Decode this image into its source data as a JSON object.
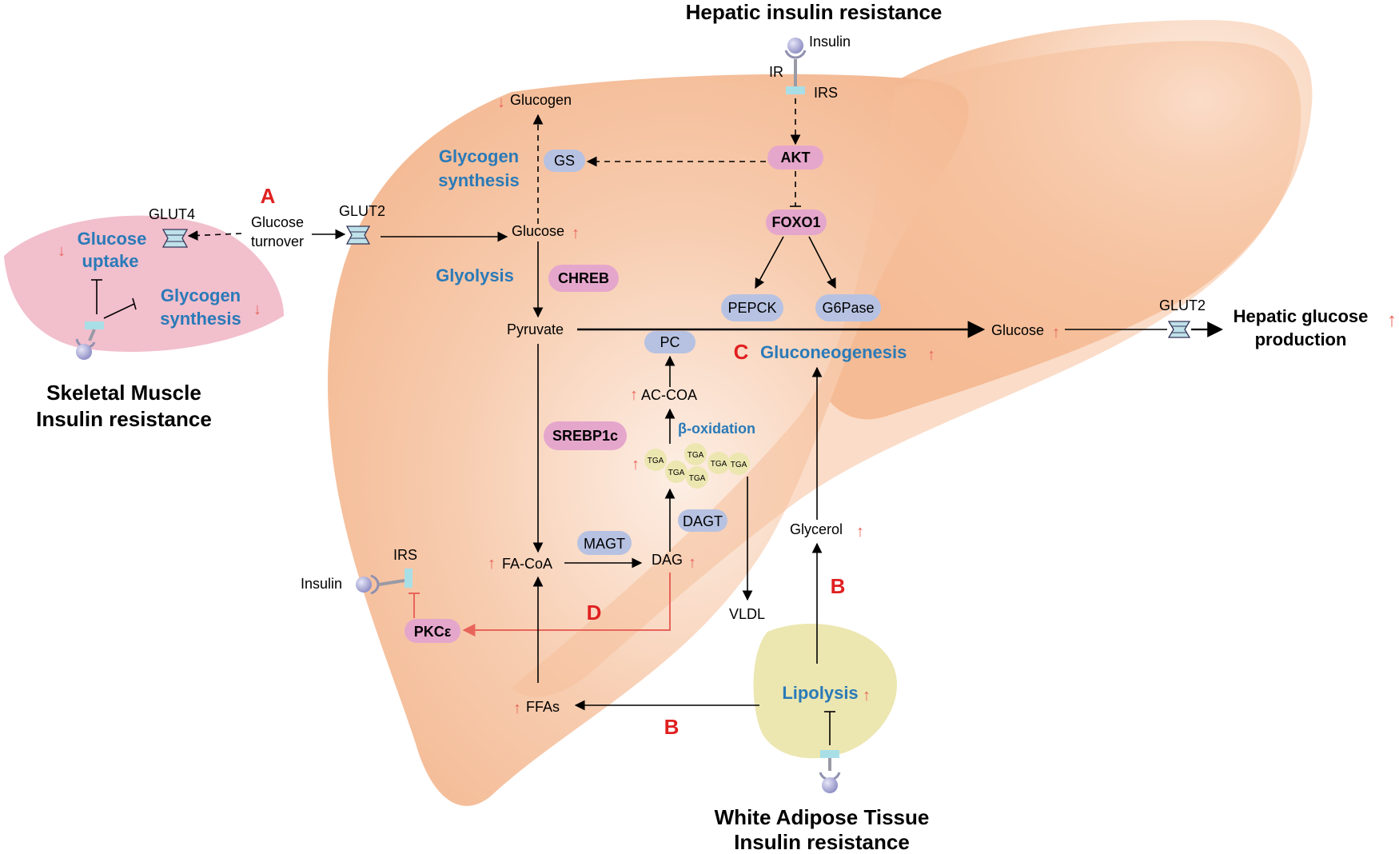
{
  "titles": {
    "hepatic": "Hepatic insulin resistance",
    "muscle_line1": "Skeletal Muscle",
    "muscle_line2": "Insulin resistance",
    "adipose_line1": "White Adipose Tissue",
    "adipose_line2": "Insulin resistance"
  },
  "markers": {
    "A": "A",
    "B1": "B",
    "B2": "B",
    "C": "C",
    "D": "D"
  },
  "pathways": {
    "glycogen_synthesis_l1": "Glycogen",
    "glycogen_synthesis_l2": "synthesis",
    "glycolysis": "Glyolysis",
    "gluconeogenesis": "Gluconeogenesis",
    "beta_oxidation": "β-oxidation",
    "lipolysis": "Lipolysis"
  },
  "muscle": {
    "glucose_uptake_l1": "Glucose",
    "glucose_uptake_l2": "uptake",
    "glycogen_l1": "Glycogen",
    "glycogen_l2": "synthesis",
    "glut4": "GLUT4"
  },
  "metabolites": {
    "glucose_turnover_l1": "Glucose",
    "glucose_turnover_l2": "turnover",
    "glut2_left": "GLUT2",
    "glut2_right": "GLUT2",
    "glucogen": "Glucogen",
    "glucose_mid": "Glucose",
    "pyruvate": "Pyruvate",
    "glucose_out": "Glucose",
    "hepatic_output_l1": "Hepatic glucose",
    "hepatic_output_l2": "production",
    "ac_coa": "AC-COA",
    "fa_coa": "FA-CoA",
    "dag": "DAG",
    "vldl": "VLDL",
    "glycerol": "Glycerol",
    "ffas": "FFAs",
    "insulin_top": "Insulin",
    "ir": "IR",
    "irs_top": "IRS",
    "insulin_left": "Insulin",
    "irs_left": "IRS",
    "tga": "TGA"
  },
  "enzymes": {
    "gs": "GS",
    "akt": "AKT",
    "foxo1": "FOXO1",
    "chreb": "CHREB",
    "pepck": "PEPCK",
    "g6pase": "G6Pase",
    "pc": "PC",
    "srebp1c": "SREBP1c",
    "dagt": "DAGT",
    "magt": "MAGT",
    "pkce": "PKCε"
  },
  "arrows": {
    "up": "↑",
    "down": "↓"
  },
  "colors": {
    "liver": "#f6c5a4",
    "muscle": "#f2bfcd",
    "adipose": "#ece6b0",
    "blue_pill": "#b7c2e2",
    "pink_pill": "#e5a6cc",
    "pathway_text": "#2a7ab8",
    "marker_red": "#e02020",
    "trend_arrow": "#e8645a",
    "receptor_ball": "#9a9ad0",
    "transporter": "#bfe1ea"
  }
}
